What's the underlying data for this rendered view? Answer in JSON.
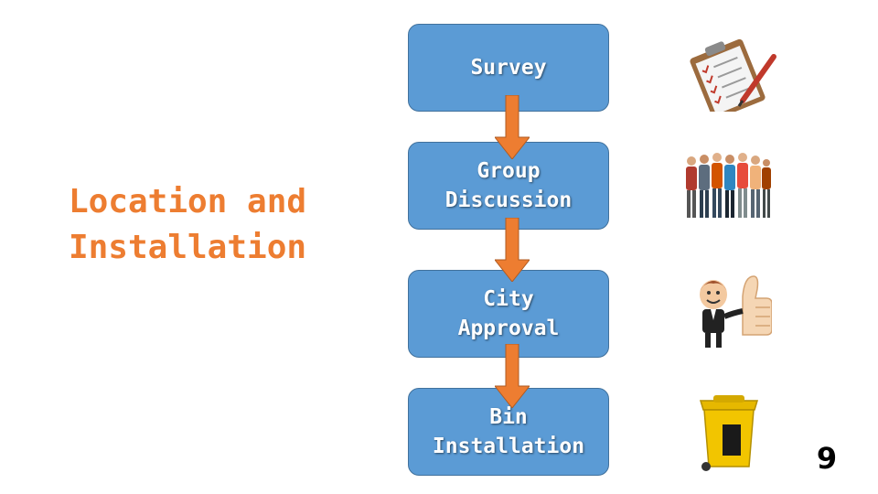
{
  "title": "Location and Installation",
  "steps": [
    {
      "label": "Survey"
    },
    {
      "label": "Group\nDiscussion"
    },
    {
      "label": "City\nApproval"
    },
    {
      "label": "Bin\nInstallation"
    }
  ],
  "icons": [
    "clipboard-checklist-icon",
    "group-of-people-icon",
    "thumbs-up-man-icon",
    "trash-bin-icon"
  ],
  "page_number": "9",
  "colors": {
    "title": "#ed7d31",
    "step_fill": "#5b9bd5",
    "arrow": "#ed7d31"
  }
}
